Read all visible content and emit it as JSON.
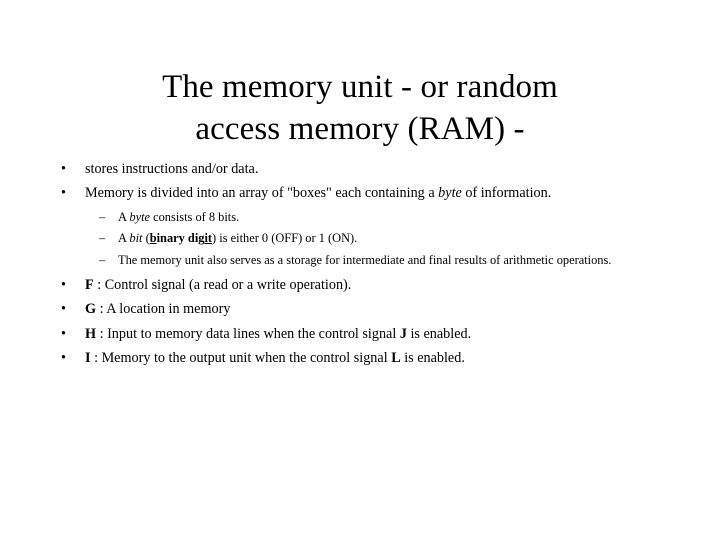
{
  "slide": {
    "background_color": "#ffffff",
    "text_color": "#000000",
    "title": {
      "line1": "The memory unit - or random",
      "line2": "access memory (RAM) -",
      "full": "The memory unit - or random access memory (RAM) -"
    },
    "bullet_marker_level1": "•",
    "bullet_marker_level2": "–",
    "bullets": [
      {
        "marker": "•",
        "level": 1,
        "text": "stores instructions and/or data."
      },
      {
        "marker": "•",
        "level": 1,
        "text": "Memory is divided into an array of \"boxes\" each containing a byte of information.",
        "parts": {
          "pre": "Memory is divided into an array of \"boxes\" each containing a ",
          "italic": "byte",
          "post": " of information."
        }
      },
      {
        "marker": "–",
        "level": 2,
        "text": "A byte consists of 8 bits.",
        "parts": {
          "pre": "A ",
          "italic": "byte",
          "post": " consists of 8 bits."
        }
      },
      {
        "marker": "–",
        "level": 2,
        "text": "A bit (binary digit) is either 0 (OFF) or 1 (ON).",
        "parts": {
          "pre": "A ",
          "italic": "bit",
          "mid": " (",
          "underline1": "b",
          "plain1": "inary dig",
          "underline2": "it",
          "post": ") is either 0 (OFF) or 1 (ON)."
        }
      },
      {
        "marker": "–",
        "level": 2,
        "text": "The memory unit also serves as a storage for intermediate and final results of arithmetic operations."
      },
      {
        "marker": "•",
        "level": 1,
        "text": "F : Control signal (a read or a write operation).",
        "parts": {
          "label": "F",
          "rest": " : Control signal (a read or a write operation)."
        }
      },
      {
        "marker": "•",
        "level": 1,
        "text": "G : A location in memory",
        "parts": {
          "label": "G",
          "rest": " : A location in memory"
        }
      },
      {
        "marker": "•",
        "level": 1,
        "text": "H : Input to memory data lines when the control signal J is enabled.",
        "parts": {
          "label": "H",
          "rest_pre": " : Input to memory data lines when the control signal ",
          "bold_mid": "J",
          "rest_post": " is enabled."
        }
      },
      {
        "marker": "•",
        "level": 1,
        "text": "I :  Memory to the output unit when the control signal L is enabled.",
        "parts": {
          "label": "I",
          "rest_pre": " :  Memory to the output unit when the control signal ",
          "bold_mid": "L",
          "rest_post": " is enabled."
        }
      }
    ]
  }
}
